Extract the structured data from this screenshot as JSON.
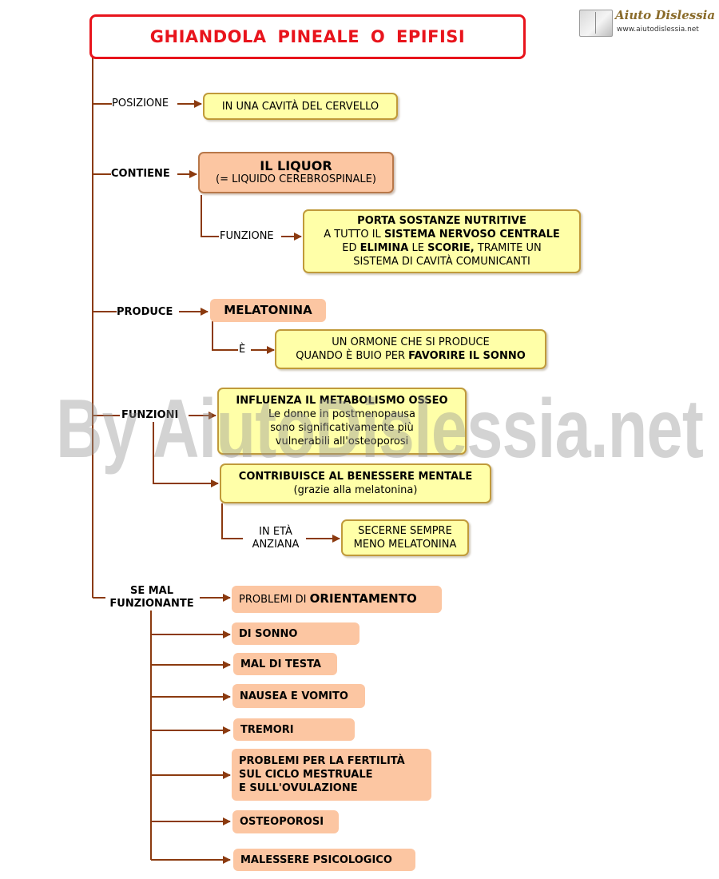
{
  "title": "GHIANDOLA  PINEALE  O EPIFISI",
  "logo": {
    "name": "Aiuto Dislessia",
    "url": "www.aiutodislessia.net"
  },
  "watermark": "By AiutoDislessia.net",
  "colors": {
    "title_red": "#e8141c",
    "connector": "#8b3a0f",
    "yellow_box": "#ffffa8",
    "orange_box": "#fcc6a2"
  },
  "posizione": {
    "label": "POSIZIONE",
    "box": "IN UNA CAVITÀ DEL CERVELLO"
  },
  "contiene": {
    "label": "CONTIENE",
    "box_title": "IL LIQUOR",
    "box_sub": "(= LIQUIDO CEREBROSPINALE)",
    "funzione_label": "FUNZIONE",
    "funzione": {
      "line1": "PORTA SOSTANZE NUTRITIVE",
      "line2_a": "A TUTTO IL ",
      "line2_b": "SISTEMA NERVOSO CENTRALE",
      "line3_a": "ED ",
      "line3_b": "ELIMINA",
      "line3_c": " LE ",
      "line3_d": "SCORIE,",
      "line3_e": " TRAMITE UN",
      "line4": "SISTEMA DI CAVITÀ COMUNICANTI"
    }
  },
  "produce": {
    "label": "PRODUCE",
    "box": "MELATONINA",
    "e_label": "È",
    "e_box": {
      "line1": "UN ORMONE CHE SI PRODUCE",
      "line2_a": "QUANDO È BUIO PER ",
      "line2_b": "FAVORIRE IL SONNO"
    }
  },
  "funzioni": {
    "label": "FUNZIONI",
    "osseo": {
      "title": "INFLUENZA IL METABOLISMO OSSEO",
      "line1": "Le donne in postmenopausa",
      "line2": "sono significativamente più",
      "line3": "vulnerabili all'osteoporosi"
    },
    "mentale": {
      "title": "CONTRIBUISCE AL BENESSERE MENTALE",
      "sub": "(grazie alla melatonina)"
    },
    "eta_label_1": "IN ETÀ",
    "eta_label_2": "ANZIANA",
    "eta_box_1": "SECERNE SEMPRE",
    "eta_box_2": "MENO MELATONINA"
  },
  "mal": {
    "label_1": "SE MAL",
    "label_2": "FUNZIONANTE",
    "orientamento_a": "PROBLEMI DI ",
    "orientamento_b": "ORIENTAMENTO",
    "items": [
      "DI SONNO",
      "MAL DI TESTA",
      "NAUSEA E VOMITO",
      "TREMORI",
      "PROBLEMI PER LA FERTILITÀ",
      "SUL CICLO MESTRUALE",
      "E SULL'OVULAZIONE",
      "OSTEOPOROSI",
      "MALESSERE PSICOLOGICO"
    ]
  }
}
